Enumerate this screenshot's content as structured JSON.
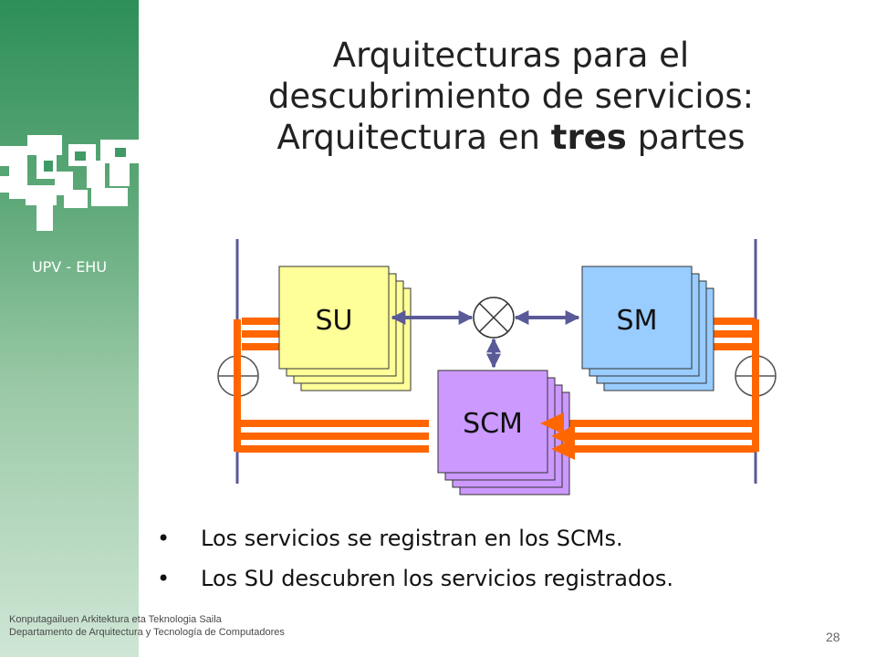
{
  "sidebar": {
    "label": "UPV - EHU"
  },
  "title": {
    "line1": "Arquitecturas para el",
    "line2": "descubrimiento de servicios:",
    "line3_before": "Arquitectura en ",
    "line3_bold": "tres",
    "line3_after": " partes"
  },
  "diagram": {
    "su_label": "SU",
    "sm_label": "SM",
    "scm_label": "SCM"
  },
  "bullets": [
    {
      "marker": "•",
      "text": "Los servicios se registran en los SCMs."
    },
    {
      "marker": "•",
      "text": "Los SU descubren los servicios registrados."
    }
  ],
  "footer": {
    "line1": "Konputagailuen Arkitektura eta Teknologia Saila",
    "line2": "Departamento de Arquitectura y Tecnología de Computadores"
  },
  "page_number": "28",
  "colors": {
    "su": "#ffff99",
    "sm": "#99ccff",
    "scm": "#cc99ff",
    "arrow": "#ff6600",
    "link": "#5a5a99",
    "sidebar_top": "#2e8f58"
  }
}
